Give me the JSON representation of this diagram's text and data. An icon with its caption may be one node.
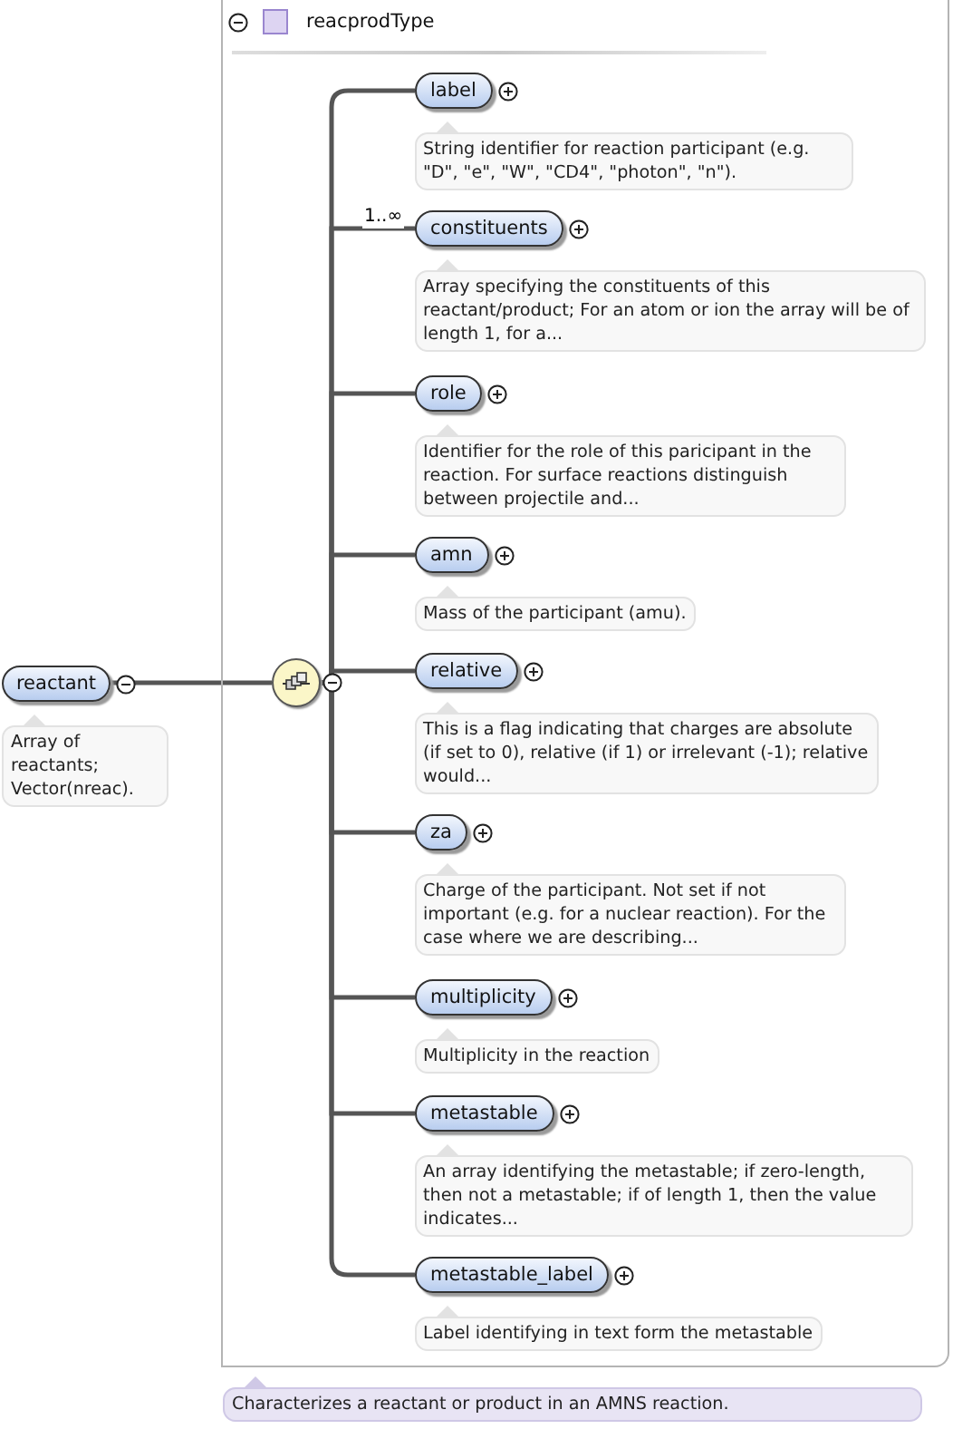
{
  "diagram": {
    "nodes": [
      {
        "text": [
          "reactant"
        ],
        "beside": [
          "Array of reactants; Vector(nreac)."
        ]
      },
      {
        "text": [
          "reacprodType"
        ],
        "beside": [
          "Characterizes a reactant or product in an AMNS reaction."
        ]
      },
      {
        "text": [],
        "shape": "circle",
        "in": 1
      },
      {
        "text": [
          "label"
        ],
        "beside": [
          "String identifier for reaction participant (e.g. \"D\", \"e\", \"W\", \"CD4\", \"photon\", \"n\")."
        ],
        "in": 1
      },
      {
        "text": [
          "constituents"
        ],
        "beside": [
          "Array specifying the constituents of this reactant/product; For an atom or ion the array will be of length 1, for a..."
        ],
        "in": 1
      },
      {
        "text": [
          "role"
        ],
        "beside": [
          "Identifier for the role of this paricipant in the reaction. For surface reactions distinguish between projectile and..."
        ],
        "in": 1
      },
      {
        "text": [
          "amn"
        ],
        "beside": [
          "Mass of the participant (amu)."
        ],
        "in": 1
      },
      {
        "text": [
          "relative"
        ],
        "beside": [
          "This is a flag indicating that charges are absolute (if set to 0), relative (if 1) or irrelevant (-1); relative would..."
        ],
        "in": 1
      },
      {
        "text": [
          "za"
        ],
        "beside": [
          "Charge of the participant. Not set if not important (e.g. for a nuclear reaction). For the case where we are describing..."
        ],
        "in": 1
      },
      {
        "text": [
          "multiplicity"
        ],
        "beside": [
          "Multiplicity in the reaction"
        ],
        "in": 1
      },
      {
        "text": [
          "metastable"
        ],
        "beside": [
          "An array identifying the metastable; if zero-length, then not a metastable; if of length 1, then the value indicates..."
        ],
        "in": 1
      },
      {
        "text": [
          "metastable_label"
        ],
        "beside": [
          "Label identifying in text form the metastable"
        ],
        "in": 1
      }
    ],
    "edges": [
      {
        "from": 0,
        "to": 2,
        "arrow": "none"
      },
      {
        "from": 2,
        "to": 3,
        "arrow": "none"
      },
      {
        "from": 2,
        "to": 4,
        "arrow": "none",
        "label": "1..∞"
      },
      {
        "from": 2,
        "to": 5,
        "arrow": "none"
      },
      {
        "from": 2,
        "to": 6,
        "arrow": "none"
      },
      {
        "from": 2,
        "to": 7,
        "arrow": "none"
      },
      {
        "from": 2,
        "to": 8,
        "arrow": "none"
      },
      {
        "from": 2,
        "to": 9,
        "arrow": "none"
      },
      {
        "from": 2,
        "to": 10,
        "arrow": "none"
      },
      {
        "from": 2,
        "to": 11,
        "arrow": "none"
      }
    ]
  }
}
